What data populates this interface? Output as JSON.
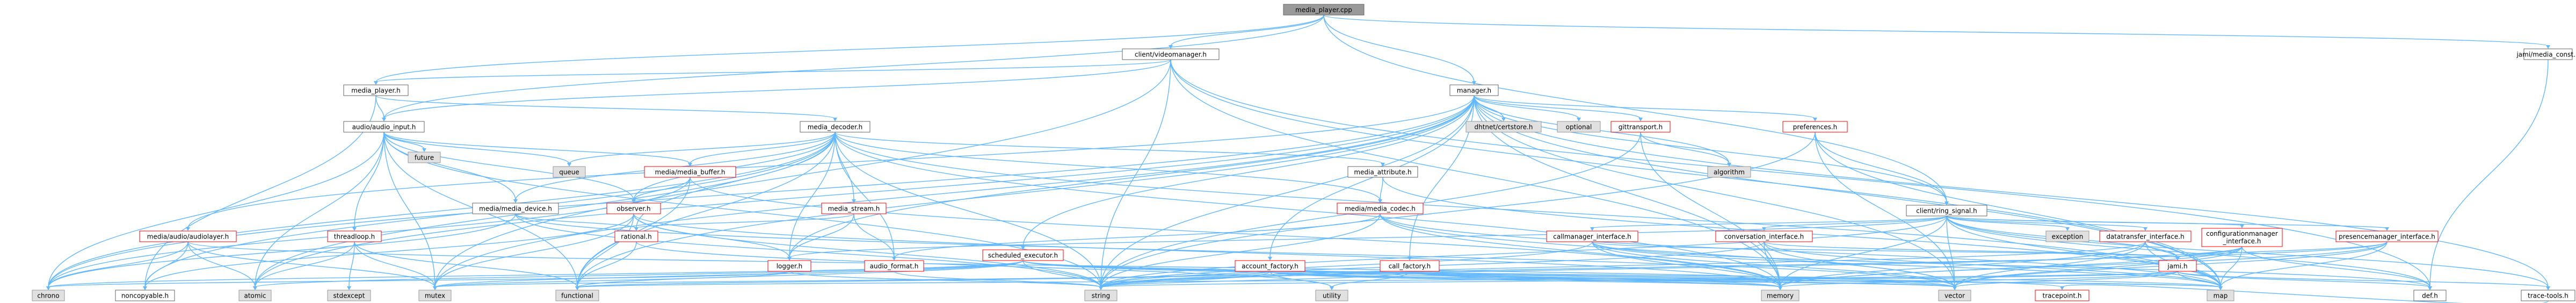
{
  "page_title": "media_player.cpp include dependency graph",
  "colors": {
    "edge": "#63b8ff",
    "root_fill": "#999999",
    "system_header_fill": "#e0e0e0",
    "truncated_border": "#ff0000",
    "node_border": "#666666"
  },
  "nodes": {
    "media_player_cpp": {
      "label": "media_player.cpp",
      "kind": "root"
    },
    "client_videomanager_h": {
      "label": "client/videomanager.h",
      "kind": "plain"
    },
    "jami_media_const_h": {
      "label": "jami/media_const.h",
      "kind": "plain"
    },
    "manager_h": {
      "label": "manager.h",
      "kind": "plain"
    },
    "media_player_h": {
      "label": "media_player.h",
      "kind": "plain"
    },
    "audio_audio_input_h": {
      "label": "audio/audio_input.h",
      "kind": "plain"
    },
    "media_decoder_h": {
      "label": "media_decoder.h",
      "kind": "plain"
    },
    "media_attribute_h": {
      "label": "media_attribute.h",
      "kind": "plain"
    },
    "media_media_device_h": {
      "label": "media/media_device.h",
      "kind": "plain"
    },
    "noncopyable_h": {
      "label": "noncopyable.h",
      "kind": "plain"
    },
    "client_ring_signal_h": {
      "label": "client/ring_signal.h",
      "kind": "plain"
    },
    "def_h": {
      "label": "def.h",
      "kind": "plain"
    },
    "trace_tools_h": {
      "label": "trace-tools.h",
      "kind": "plain"
    },
    "dhtnet_certstore_h": {
      "label": "dhtnet/certstore.h",
      "kind": "sys"
    },
    "optional": {
      "label": "optional",
      "kind": "sys"
    },
    "future": {
      "label": "future",
      "kind": "sys"
    },
    "queue": {
      "label": "queue",
      "kind": "sys"
    },
    "algorithm": {
      "label": "algorithm",
      "kind": "sys"
    },
    "exception": {
      "label": "exception",
      "kind": "sys"
    },
    "chrono": {
      "label": "chrono",
      "kind": "sys"
    },
    "atomic": {
      "label": "atomic",
      "kind": "sys"
    },
    "stdexcept": {
      "label": "stdexcept",
      "kind": "sys"
    },
    "mutex": {
      "label": "mutex",
      "kind": "sys"
    },
    "functional": {
      "label": "functional",
      "kind": "sys"
    },
    "string": {
      "label": "string",
      "kind": "sys"
    },
    "utility": {
      "label": "utility",
      "kind": "sys"
    },
    "memory": {
      "label": "memory",
      "kind": "sys"
    },
    "vector": {
      "label": "vector",
      "kind": "sys"
    },
    "map": {
      "label": "map",
      "kind": "sys"
    },
    "gittransport_h": {
      "label": "gittransport.h",
      "kind": "proj"
    },
    "preferences_h": {
      "label": "preferences.h",
      "kind": "proj"
    },
    "media_media_buffer_h": {
      "label": "media/media_buffer.h",
      "kind": "proj"
    },
    "observer_h": {
      "label": "observer.h",
      "kind": "proj"
    },
    "media_stream_h": {
      "label": "media_stream.h",
      "kind": "proj"
    },
    "media_media_codec_h": {
      "label": "media/media_codec.h",
      "kind": "proj"
    },
    "media_audio_audiolayer_h": {
      "label": "media/audio/audiolayer.h",
      "kind": "proj"
    },
    "threadloop_h": {
      "label": "threadloop.h",
      "kind": "proj"
    },
    "rational_h": {
      "label": "rational.h",
      "kind": "proj"
    },
    "logger_h": {
      "label": "logger.h",
      "kind": "proj"
    },
    "audio_format_h": {
      "label": "audio_format.h",
      "kind": "proj"
    },
    "scheduled_executor_h": {
      "label": "scheduled_executor.h",
      "kind": "proj"
    },
    "account_factory_h": {
      "label": "account_factory.h",
      "kind": "proj"
    },
    "call_factory_h": {
      "label": "call_factory.h",
      "kind": "proj"
    },
    "callmanager_interface_h": {
      "label": "callmanager_interface.h",
      "kind": "proj"
    },
    "conversation_interface_h": {
      "label": "conversation_interface.h",
      "kind": "proj"
    },
    "datatransfer_interface_h": {
      "label": "datatransfer_interface.h",
      "kind": "proj"
    },
    "configurationmanager_interface_h": {
      "label_lines": [
        "configurationmanager",
        "_interface.h"
      ],
      "kind": "proj"
    },
    "presencemanager_interface_h": {
      "label": "presencemanager_interface.h",
      "kind": "proj"
    },
    "jami_h": {
      "label": "jami.h",
      "kind": "proj"
    },
    "tracepoint_h": {
      "label": "tracepoint.h",
      "kind": "proj"
    }
  },
  "edges": [
    [
      "media_player_cpp",
      "client_videomanager_h"
    ],
    [
      "media_player_cpp",
      "jami_media_const_h"
    ],
    [
      "media_player_cpp",
      "manager_h"
    ],
    [
      "media_player_cpp",
      "media_player_h"
    ],
    [
      "media_player_cpp",
      "client_ring_signal_h"
    ],
    [
      "media_player_cpp",
      "audio_audio_input_h"
    ],
    [
      "client_videomanager_h",
      "media_player_h"
    ],
    [
      "client_videomanager_h",
      "audio_audio_input_h"
    ],
    [
      "client_videomanager_h",
      "string"
    ],
    [
      "client_videomanager_h",
      "memory"
    ],
    [
      "client_videomanager_h",
      "map"
    ],
    [
      "client_videomanager_h",
      "def_h"
    ],
    [
      "client_videomanager_h",
      "mutex"
    ],
    [
      "jami_media_const_h",
      "def_h"
    ],
    [
      "manager_h",
      "dhtnet_certstore_h"
    ],
    [
      "manager_h",
      "optional"
    ],
    [
      "manager_h",
      "gittransport_h"
    ],
    [
      "manager_h",
      "preferences_h"
    ],
    [
      "manager_h",
      "client_ring_signal_h"
    ],
    [
      "manager_h",
      "algorithm"
    ],
    [
      "manager_h",
      "scheduled_executor_h"
    ],
    [
      "manager_h",
      "account_factory_h"
    ],
    [
      "manager_h",
      "call_factory_h"
    ],
    [
      "manager_h",
      "media_audio_audiolayer_h"
    ],
    [
      "manager_h",
      "string"
    ],
    [
      "manager_h",
      "vector"
    ],
    [
      "manager_h",
      "map"
    ],
    [
      "manager_h",
      "memory"
    ],
    [
      "manager_h",
      "atomic"
    ],
    [
      "manager_h",
      "mutex"
    ],
    [
      "manager_h",
      "functional"
    ],
    [
      "manager_h",
      "chrono"
    ],
    [
      "manager_h",
      "trace_tools_h"
    ],
    [
      "manager_h",
      "logger_h"
    ],
    [
      "media_player_h",
      "audio_audio_input_h"
    ],
    [
      "media_player_h",
      "media_decoder_h"
    ],
    [
      "media_player_h",
      "noncopyable_h"
    ],
    [
      "audio_audio_input_h",
      "future"
    ],
    [
      "audio_audio_input_h",
      "queue"
    ],
    [
      "audio_audio_input_h",
      "media_media_buffer_h"
    ],
    [
      "audio_audio_input_h",
      "media_media_device_h"
    ],
    [
      "audio_audio_input_h",
      "observer_h"
    ],
    [
      "audio_audio_input_h",
      "threadloop_h"
    ],
    [
      "audio_audio_input_h",
      "chrono"
    ],
    [
      "audio_audio_input_h",
      "atomic"
    ],
    [
      "audio_audio_input_h",
      "mutex"
    ],
    [
      "audio_audio_input_h",
      "string"
    ],
    [
      "audio_audio_input_h",
      "functional"
    ],
    [
      "media_decoder_h",
      "queue"
    ],
    [
      "media_decoder_h",
      "media_media_buffer_h"
    ],
    [
      "media_decoder_h",
      "media_attribute_h"
    ],
    [
      "media_decoder_h",
      "media_media_device_h"
    ],
    [
      "media_decoder_h",
      "observer_h"
    ],
    [
      "media_decoder_h",
      "media_stream_h"
    ],
    [
      "media_decoder_h",
      "media_media_codec_h"
    ],
    [
      "media_decoder_h",
      "rational_h"
    ],
    [
      "media_decoder_h",
      "logger_h"
    ],
    [
      "media_decoder_h",
      "audio_format_h"
    ],
    [
      "media_decoder_h",
      "noncopyable_h"
    ],
    [
      "media_decoder_h",
      "string"
    ],
    [
      "media_decoder_h",
      "memory"
    ],
    [
      "media_decoder_h",
      "map"
    ],
    [
      "media_decoder_h",
      "chrono"
    ],
    [
      "media_decoder_h",
      "atomic"
    ],
    [
      "media_decoder_h",
      "functional"
    ],
    [
      "media_attribute_h",
      "media_media_codec_h"
    ],
    [
      "media_attribute_h",
      "map"
    ],
    [
      "media_media_device_h",
      "rational_h"
    ],
    [
      "media_media_device_h",
      "chrono"
    ],
    [
      "media_media_device_h",
      "string"
    ],
    [
      "media_media_device_h",
      "vector"
    ],
    [
      "media_media_buffer_h",
      "observer_h"
    ],
    [
      "media_media_buffer_h",
      "memory"
    ],
    [
      "media_media_buffer_h",
      "functional"
    ],
    [
      "media_media_buffer_h",
      "chrono"
    ],
    [
      "observer_h",
      "noncopyable_h"
    ],
    [
      "observer_h",
      "logger_h"
    ],
    [
      "observer_h",
      "functional"
    ],
    [
      "observer_h",
      "memory"
    ],
    [
      "observer_h",
      "mutex"
    ],
    [
      "observer_h",
      "string"
    ],
    [
      "media_stream_h",
      "rational_h"
    ],
    [
      "media_stream_h",
      "audio_format_h"
    ],
    [
      "media_stream_h",
      "logger_h"
    ],
    [
      "media_media_codec_h",
      "audio_format_h"
    ],
    [
      "media_media_codec_h",
      "string"
    ],
    [
      "media_media_codec_h",
      "vector"
    ],
    [
      "media_media_codec_h",
      "memory"
    ],
    [
      "media_media_codec_h",
      "map"
    ],
    [
      "media_audio_audiolayer_h",
      "noncopyable_h"
    ],
    [
      "media_audio_audiolayer_h",
      "chrono"
    ],
    [
      "media_audio_audiolayer_h",
      "atomic"
    ],
    [
      "media_audio_audiolayer_h",
      "mutex"
    ],
    [
      "media_audio_audiolayer_h",
      "vector"
    ],
    [
      "threadloop_h",
      "stdexcept"
    ],
    [
      "threadloop_h",
      "mutex"
    ],
    [
      "threadloop_h",
      "functional"
    ],
    [
      "threadloop_h",
      "atomic"
    ],
    [
      "rational_h",
      "utility"
    ],
    [
      "rational_h",
      "functional"
    ],
    [
      "logger_h",
      "chrono"
    ],
    [
      "logger_h",
      "mutex"
    ],
    [
      "logger_h",
      "string"
    ],
    [
      "audio_format_h",
      "string"
    ],
    [
      "scheduled_executor_h",
      "functional"
    ],
    [
      "scheduled_executor_h",
      "atomic"
    ],
    [
      "scheduled_executor_h",
      "mutex"
    ],
    [
      "scheduled_executor_h",
      "memory"
    ],
    [
      "scheduled_executor_h",
      "map"
    ],
    [
      "scheduled_executor_h",
      "vector"
    ],
    [
      "scheduled_executor_h",
      "string"
    ],
    [
      "scheduled_executor_h",
      "chrono"
    ],
    [
      "scheduled_executor_h",
      "tracepoint_h"
    ],
    [
      "account_factory_h",
      "string"
    ],
    [
      "account_factory_h",
      "map"
    ],
    [
      "account_factory_h",
      "memory"
    ],
    [
      "account_factory_h",
      "vector"
    ],
    [
      "account_factory_h",
      "functional"
    ],
    [
      "account_factory_h",
      "mutex"
    ],
    [
      "account_factory_h",
      "utility"
    ],
    [
      "call_factory_h",
      "string"
    ],
    [
      "call_factory_h",
      "map"
    ],
    [
      "call_factory_h",
      "memory"
    ],
    [
      "call_factory_h",
      "utility"
    ],
    [
      "call_factory_h",
      "vector"
    ],
    [
      "gittransport_h",
      "string"
    ],
    [
      "gittransport_h",
      "algorithm"
    ],
    [
      "gittransport_h",
      "memory"
    ],
    [
      "preferences_h",
      "client_ring_signal_h"
    ],
    [
      "preferences_h",
      "string"
    ],
    [
      "preferences_h",
      "map"
    ],
    [
      "preferences_h",
      "vector"
    ],
    [
      "client_ring_signal_h",
      "exception"
    ],
    [
      "client_ring_signal_h",
      "callmanager_interface_h"
    ],
    [
      "client_ring_signal_h",
      "conversation_interface_h"
    ],
    [
      "client_ring_signal_h",
      "datatransfer_interface_h"
    ],
    [
      "client_ring_signal_h",
      "configurationmanager_interface_h"
    ],
    [
      "client_ring_signal_h",
      "presencemanager_interface_h"
    ],
    [
      "client_ring_signal_h",
      "jami_h"
    ],
    [
      "client_ring_signal_h",
      "logger_h"
    ],
    [
      "client_ring_signal_h",
      "trace_tools_h"
    ],
    [
      "client_ring_signal_h",
      "string"
    ],
    [
      "client_ring_signal_h",
      "map"
    ],
    [
      "client_ring_signal_h",
      "memory"
    ],
    [
      "client_ring_signal_h",
      "vector"
    ],
    [
      "client_ring_signal_h",
      "def_h"
    ],
    [
      "callmanager_interface_h",
      "jami_h"
    ],
    [
      "callmanager_interface_h",
      "string"
    ],
    [
      "callmanager_interface_h",
      "vector"
    ],
    [
      "callmanager_interface_h",
      "map"
    ],
    [
      "callmanager_interface_h",
      "memory"
    ],
    [
      "callmanager_interface_h",
      "def_h"
    ],
    [
      "conversation_interface_h",
      "jami_h"
    ],
    [
      "conversation_interface_h",
      "string"
    ],
    [
      "conversation_interface_h",
      "vector"
    ],
    [
      "conversation_interface_h",
      "map"
    ],
    [
      "conversation_interface_h",
      "memory"
    ],
    [
      "datatransfer_interface_h",
      "jami_h"
    ],
    [
      "datatransfer_interface_h",
      "string"
    ],
    [
      "datatransfer_interface_h",
      "vector"
    ],
    [
      "datatransfer_interface_h",
      "map"
    ],
    [
      "datatransfer_interface_h",
      "memory"
    ],
    [
      "configurationmanager_interface_h",
      "jami_h"
    ],
    [
      "configurationmanager_interface_h",
      "string"
    ],
    [
      "configurationmanager_interface_h",
      "vector"
    ],
    [
      "configurationmanager_interface_h",
      "map"
    ],
    [
      "configurationmanager_interface_h",
      "memory"
    ],
    [
      "configurationmanager_interface_h",
      "def_h"
    ],
    [
      "presencemanager_interface_h",
      "jami_h"
    ],
    [
      "presencemanager_interface_h",
      "string"
    ],
    [
      "presencemanager_interface_h",
      "vector"
    ],
    [
      "presencemanager_interface_h",
      "map"
    ],
    [
      "presencemanager_interface_h",
      "memory"
    ],
    [
      "jami_h",
      "string"
    ],
    [
      "jami_h",
      "vector"
    ],
    [
      "jami_h",
      "map"
    ],
    [
      "jami_h",
      "memory"
    ],
    [
      "jami_h",
      "functional"
    ],
    [
      "jami_h",
      "def_h"
    ],
    [
      "jami_h",
      "trace_tools_h"
    ],
    [
      "trace_tools_h",
      "tracepoint_h"
    ]
  ]
}
